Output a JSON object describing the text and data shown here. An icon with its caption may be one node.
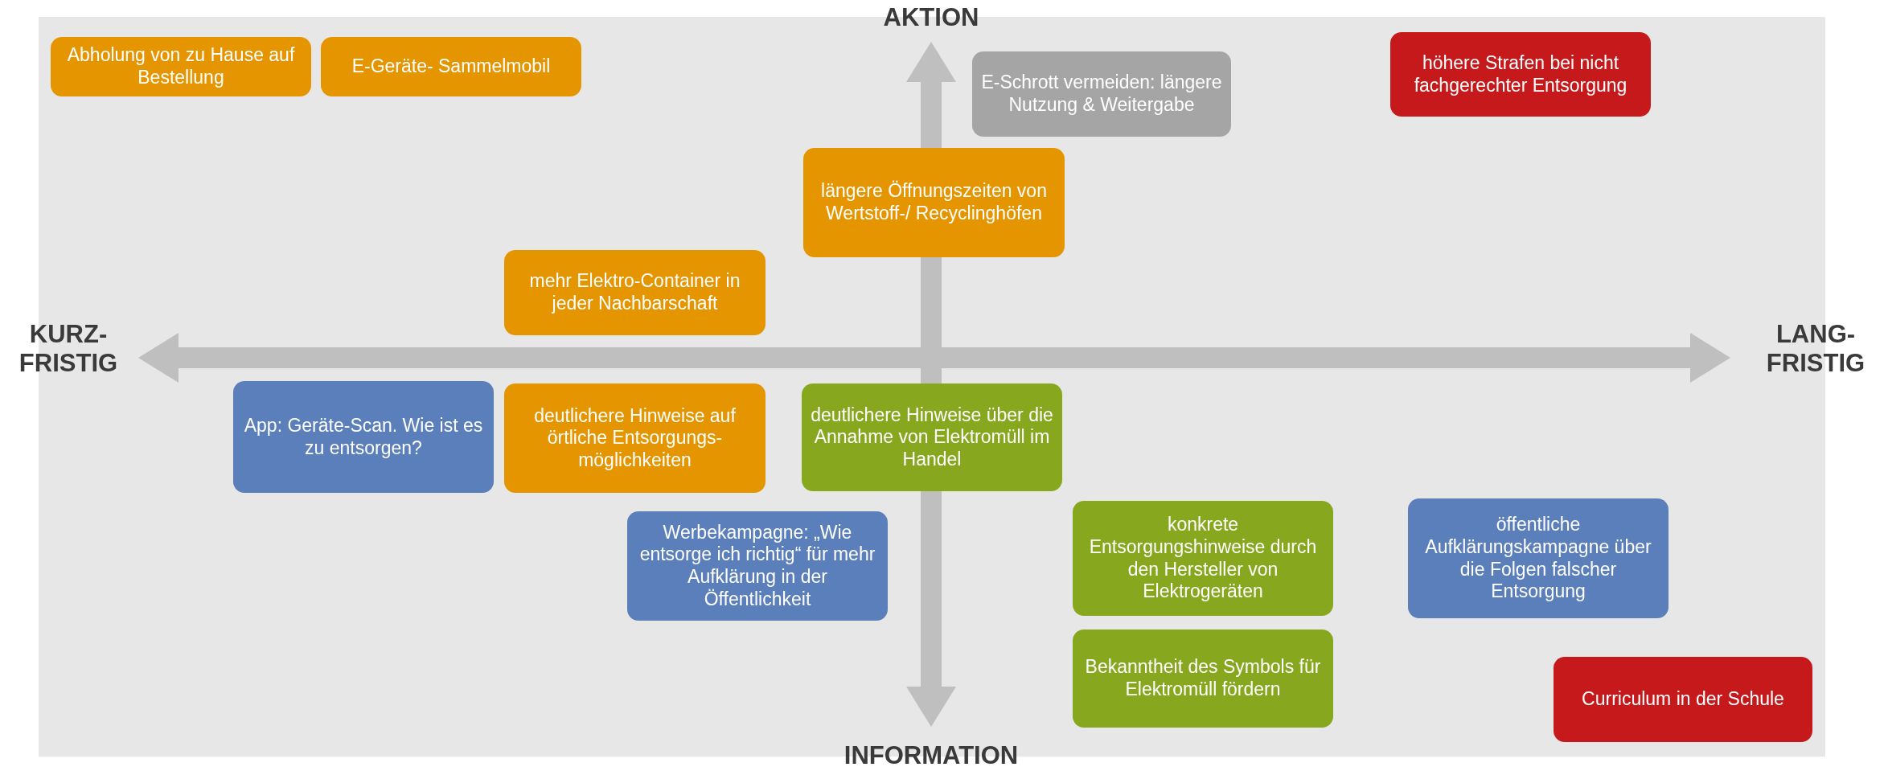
{
  "diagram": {
    "nodes": [
      {
        "text": [
          "Abholung von zu Hause auf Bestellung"
        ]
      },
      {
        "text": [
          "E-Geräte- Sammelmobil"
        ]
      },
      {
        "text": [
          "E-Schrott vermeiden: längere Nutzung & Weitergabe"
        ]
      },
      {
        "text": [
          "höhere Strafen bei nicht fachgerechter Entsorgung"
        ]
      },
      {
        "text": [
          "längere Öffnungszeiten von Wertstoff-/ Recyclinghöfen"
        ]
      },
      {
        "text": [
          "mehr Elektro-Container in jeder Nachbarschaft"
        ]
      },
      {
        "text": [
          "App: Geräte-Scan. Wie ist es zu entsorgen?"
        ]
      },
      {
        "text": [
          "deutlichere Hinweise auf örtliche Entsorgungs- möglichkeiten"
        ]
      },
      {
        "text": [
          "deutlichere Hinweise über die Annahme von Elektromüll im Handel"
        ]
      },
      {
        "text": [
          "Werbekampagne: „Wie entsorge ich richtig“ für mehr Aufklärung in der Öffentlichkeit"
        ]
      },
      {
        "text": [
          "konkrete Entsorgungshinweise durch den Hersteller von Elektrogeräten"
        ]
      },
      {
        "text": [
          "öffentliche Aufklärungskampagne über die Folgen falscher Entsorgung"
        ]
      },
      {
        "text": [
          "Bekanntheit des Symbols für Elektromüll fördern"
        ]
      },
      {
        "text": [
          "Curriculum in der Schule"
        ]
      }
    ],
    "labels": [
      "AKTION",
      "KURZ- FRISTIG",
      "LANG- FRISTIG",
      "INFORMATION"
    ]
  }
}
